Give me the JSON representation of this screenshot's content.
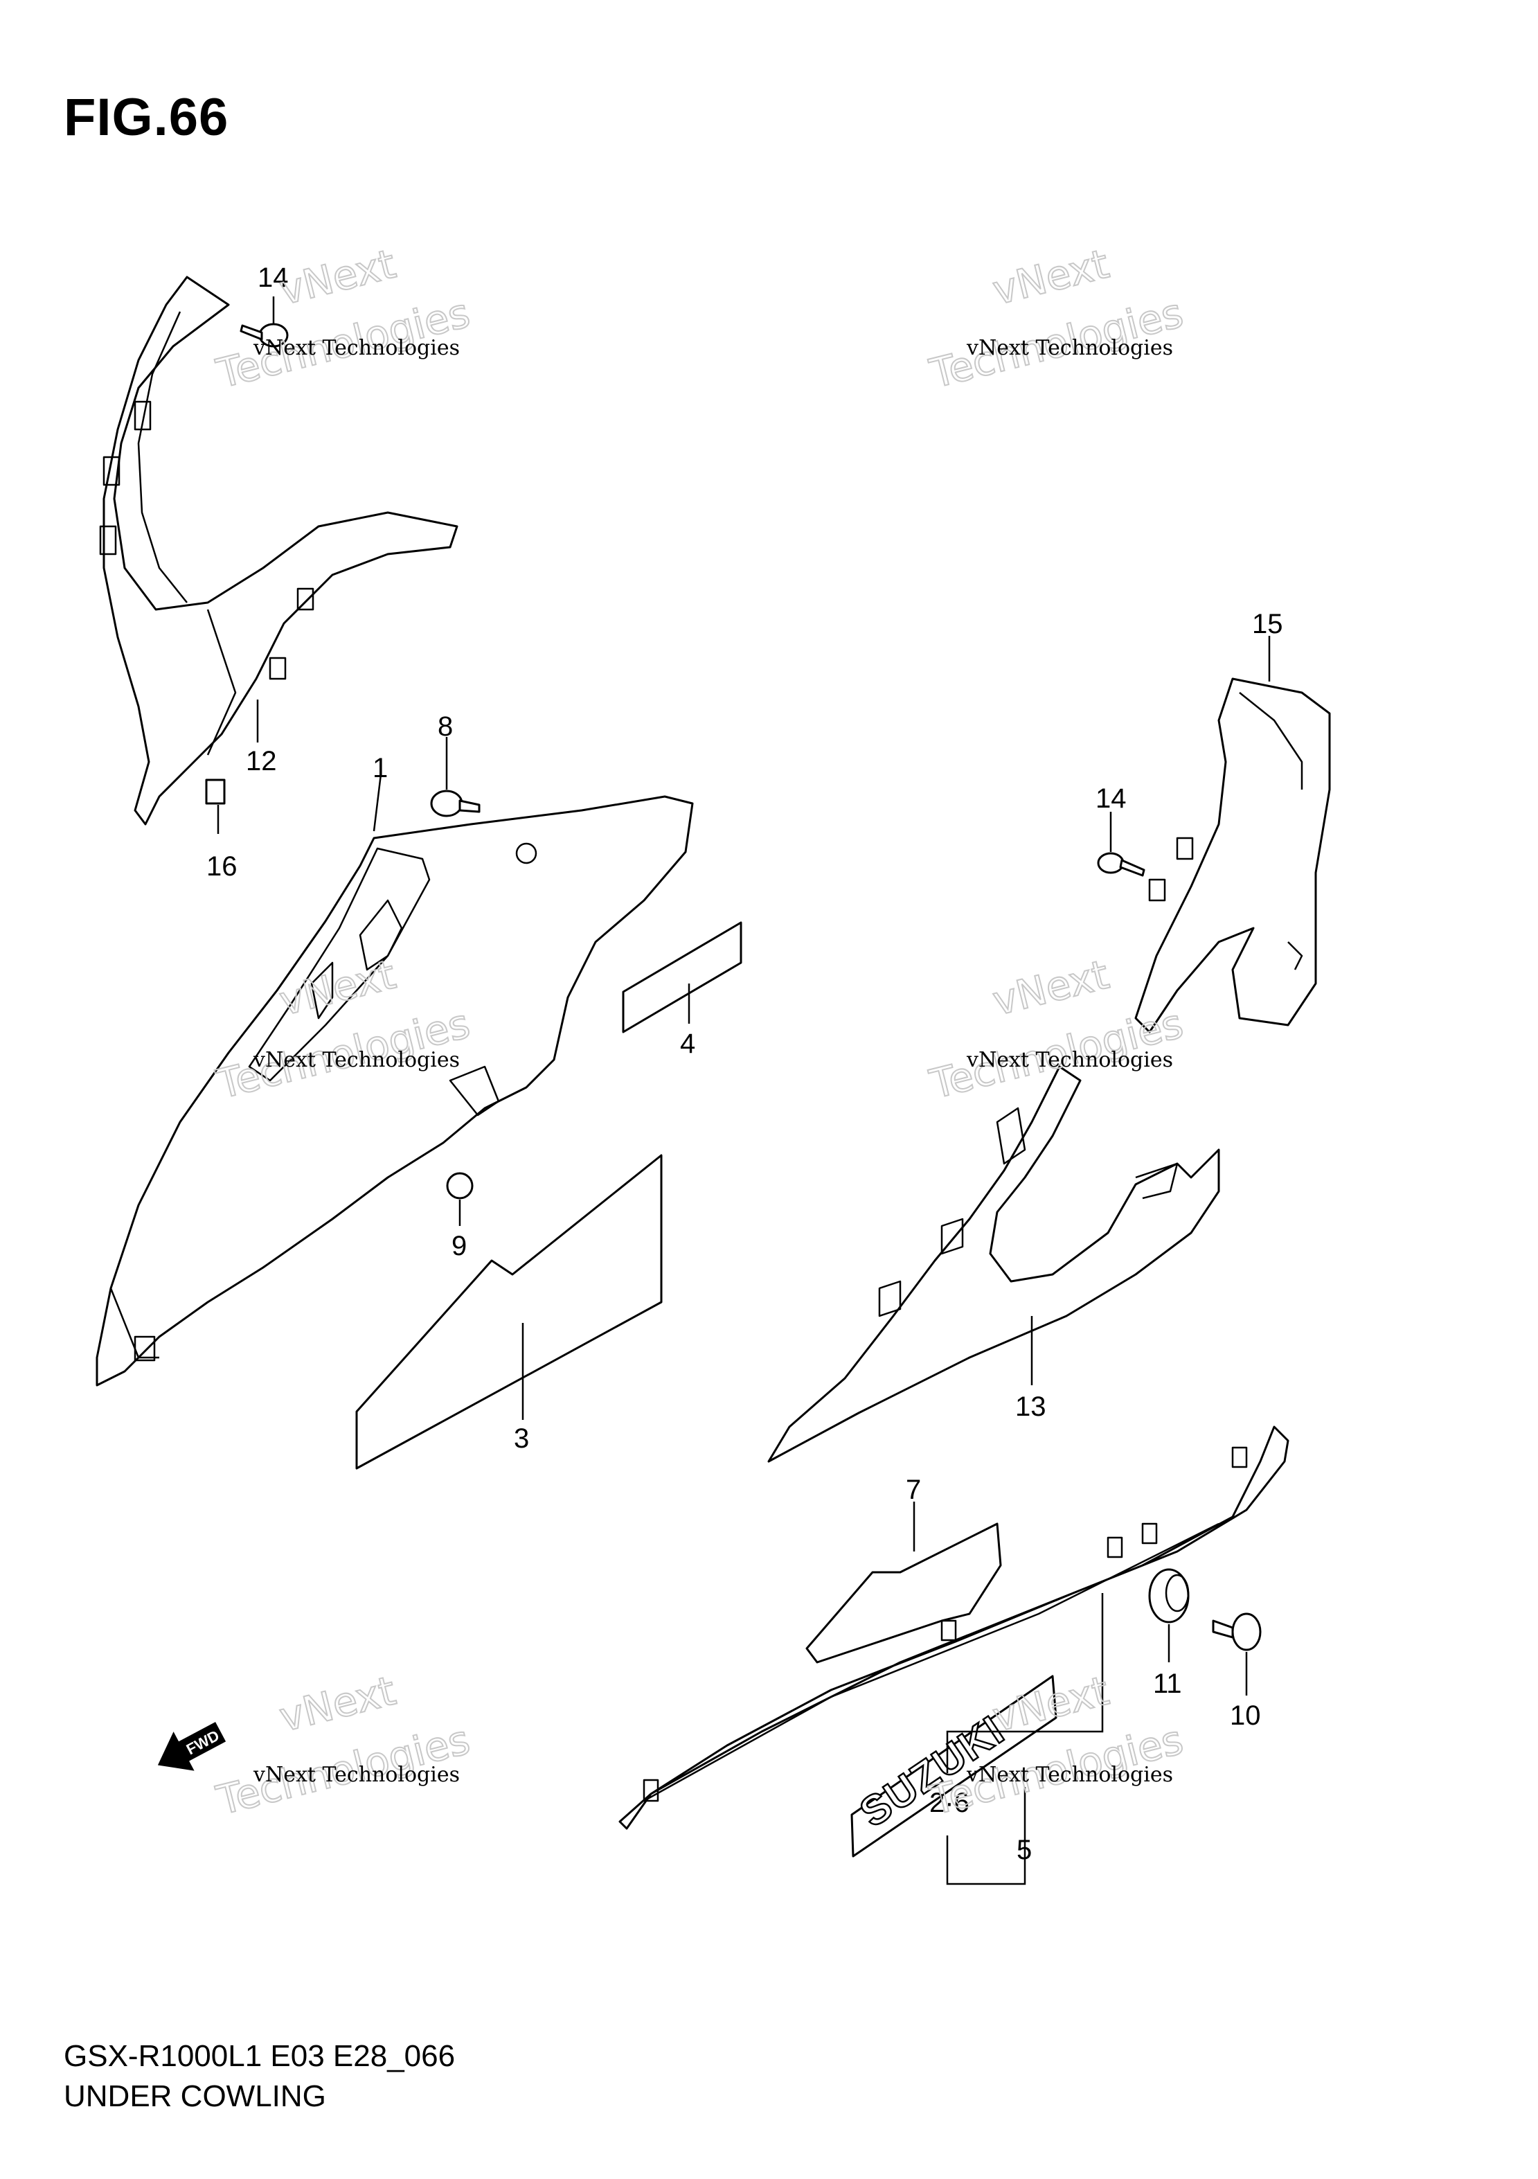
{
  "figure_title": "FIG.66",
  "footer": {
    "model_code": "GSX-R1000L1 E03 E28_066",
    "section_name": "UNDER COWLING"
  },
  "callouts": {
    "c1": "1",
    "c2_6": "2·6",
    "c3": "3",
    "c4": "4",
    "c5": "5",
    "c7": "7",
    "c8": "8",
    "c9": "9",
    "c10": "10",
    "c11": "11",
    "c12": "12",
    "c13": "13",
    "c14a": "14",
    "c14b": "14",
    "c15": "15",
    "c16": "16"
  },
  "fwd_label": "FWD",
  "decal_text": "SUZUKI",
  "watermark": {
    "line1": "vNext Technologies",
    "line2a": "vNext",
    "line2b": "Technologies"
  },
  "icons": {
    "fwd_arrow": "fwd-arrow-icon"
  }
}
